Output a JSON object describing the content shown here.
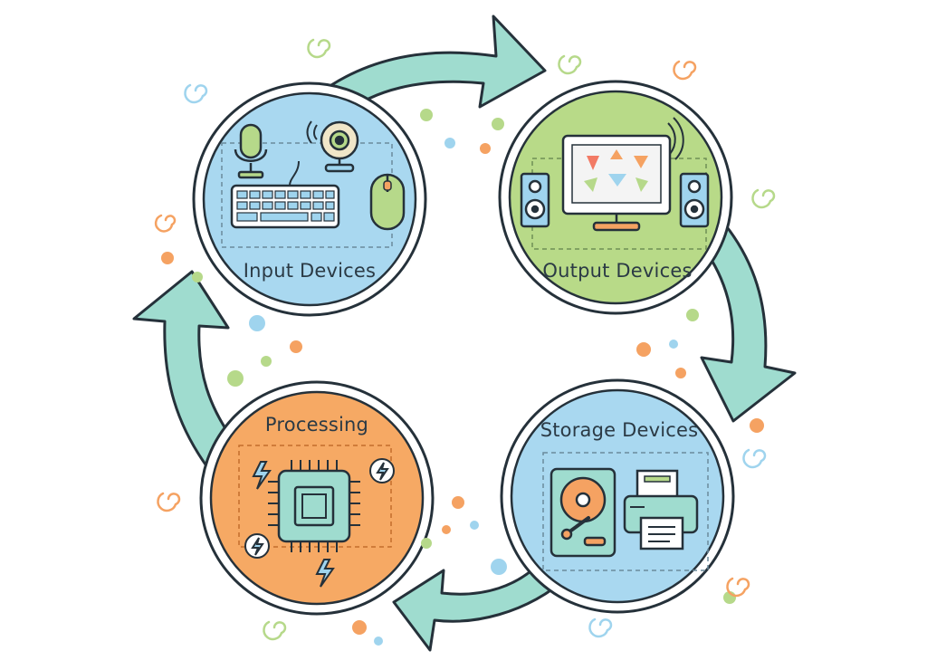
{
  "nodes": [
    {
      "id": "input",
      "label": "Input Devices",
      "fill": "#a9d8f0",
      "icon": "keyboard-microphone-webcam-mouse-icon"
    },
    {
      "id": "output",
      "label": "Output Devices",
      "fill": "#b8da88",
      "icon": "monitor-speakers-icon"
    },
    {
      "id": "storage",
      "label": "Storage Devices",
      "fill": "#a9d8f0",
      "icon": "hard-drive-printer-icon"
    },
    {
      "id": "processing",
      "label": "Processing",
      "fill": "#f6a964",
      "icon": "cpu-chip-icon"
    }
  ],
  "colors": {
    "arrow": "#9fdccf",
    "outline": "#25313a",
    "accent_orange": "#f5a262",
    "accent_green": "#b6d98a",
    "accent_blue": "#9fd4ee"
  },
  "flow": [
    "input",
    "output",
    "storage",
    "processing",
    "input"
  ]
}
